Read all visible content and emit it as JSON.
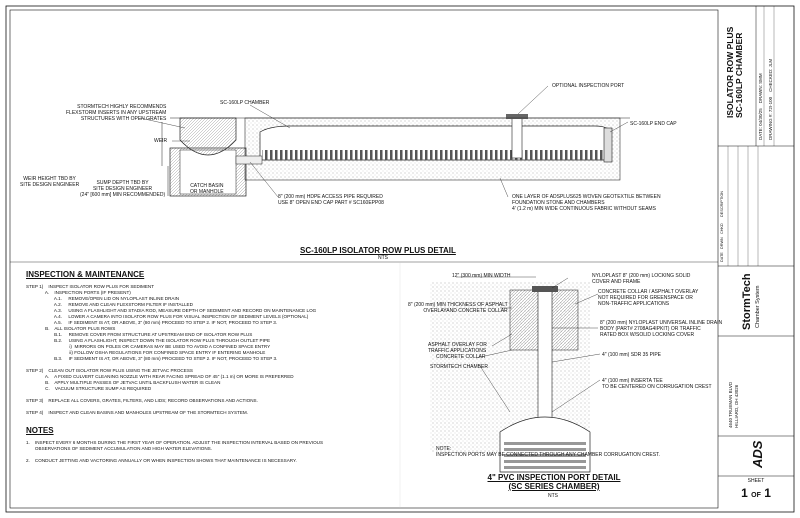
{
  "detail1": {
    "callouts": {
      "stormtech_recommends": [
        "STORMTECH HIGHLY RECOMMENDS",
        "FLEXSTORM INSERTS IN ANY UPSTREAM",
        "STRUCTURES WITH OPEN GRATES"
      ],
      "chamber": "SC-160LP CHAMBER",
      "optional_port": "OPTIONAL INSPECTION PORT",
      "end_cap": "SC-160LP END CAP",
      "weir": "WEIR",
      "weir_height": [
        "WEIR HEIGHT TBD BY",
        "SITE DESIGN ENGINEER"
      ],
      "sump_depth": [
        "SUMP DEPTH TBD BY",
        "SITE DESIGN ENGINEER",
        "(24\" [600 mm] MIN RECOMMENDED)"
      ],
      "catch_basin": [
        "CATCH BASIN",
        "OR MANHOLE"
      ],
      "pipe": [
        "8\" (200 mm) HDPE ACCESS PIPE REQUIRED",
        "USE 8\" OPEN END CAP PART # SC160EPP08"
      ],
      "geotextile": [
        "ONE LAYER OF ADSPLUS625 WOVEN GEOTEXTILE BETWEEN",
        "FOUNDATION STONE AND CHAMBERS",
        "4' (1.2 m) MIN WIDE CONTINUOUS FABRIC WITHOUT SEAMS"
      ]
    },
    "title": "SC-160LP ISOLATOR ROW PLUS DETAIL",
    "scale": "NTS"
  },
  "inspection": {
    "heading": "INSPECTION & MAINTENANCE",
    "lines": [
      "STEP 1)    INSPECT ISOLATOR ROW PLUS FOR SEDIMENT",
      "               A.    INSPECTION PORTS (IF PRESENT)",
      "                      A.1.     REMOVE/OPEN LID ON NYLOPLAST INLINE DRAIN",
      "                      A.2.     REMOVE AND CLEAN FLEXSTORM FILTER IF INSTALLED",
      "                      A.3.     USING A FLASHLIGHT AND STADIA ROD, MEASURE DEPTH OF SEDIMENT AND RECORD ON MAINTENANCE LOG",
      "                      A.4.     LOWER A CAMERA INTO ISOLATOR ROW PLUS FOR VISUAL INSPECTION OF SEDIMENT LEVELS (OPTIONAL)",
      "                      A.5.     IF SEDIMENT IS AT, OR ABOVE, 3\" (80 mm) PROCEED TO STEP 2. IF NOT, PROCEED TO STEP 3.",
      "               B.    ALL ISOLATOR PLUS ROWS",
      "                      B.1.     REMOVE COVER FROM STRUCTURE AT UPSTREAM END OF ISOLATOR ROW PLUS",
      "                      B.2.     USING A FLASHLIGHT, INSPECT DOWN THE ISOLATOR ROW PLUS THROUGH OUTLET PIPE",
      "                                  i)  MIRRORS ON POLES OR CAMERAS MAY BE USED TO AVOID A CONFINED SPACE ENTRY",
      "                                  ii) FOLLOW OSHA REGULATIONS FOR CONFINED SPACE ENTRY IF ENTERING MANHOLE",
      "                      B.3.     IF SEDIMENT IS AT, OR ABOVE, 3\" (80 mm) PROCEED TO STEP 2. IF NOT, PROCEED TO STEP 3.",
      "",
      "STEP 2)    CLEAN OUT ISOLATOR ROW PLUS USING THE JETVAC PROCESS",
      "               A.    A FIXED CULVERT CLEANING NOZZLE WITH REAR FACING SPREAD OF 45\" (1.1 m) OR MORE IS PREFERRED",
      "               B.    APPLY MULTIPLE PASSES OF JETVAC UNTIL BACKFLUSH WATER IS CLEAN",
      "               C.    VACUUM STRUCTURE SUMP AS REQUIRED",
      "",
      "STEP 3)    REPLACE ALL COVERS, GRATES, FILTERS, AND LIDS; RECORD OBSERVATIONS AND ACTIONS.",
      "",
      "STEP 4)    INSPECT AND CLEAN BASINS AND MANHOLES UPSTREAM OF THE STORMTECH SYSTEM."
    ]
  },
  "notes": {
    "heading": "NOTES",
    "lines": [
      "1.    INSPECT EVERY 6 MONTHS DURING THE FIRST YEAR OF OPERATION. ADJUST THE INSPECTION INTERVAL BASED ON PREVIOUS",
      "       OBSERVATIONS OF SEDIMENT ACCUMULATION AND HIGH WATER ELEVATIONS.",
      "",
      "2.    CONDUCT JETTING AND VACTORING ANNUALLY OR WHEN INSPECTION SHOWS THAT MAINTENANCE IS NECESSARY."
    ]
  },
  "detail2": {
    "callouts": {
      "min_width": "12\" (300 mm) MIN WIDTH",
      "nyloplast_lid": [
        "NYLOPLAST 8\" (200 mm) LOCKING SOLID",
        "COVER AND FRAME"
      ],
      "collar_overlay": [
        "CONCRETE COLLAR / ASPHALT OVERLAY",
        "NOT REQUIRED FOR GREENSPACE OR",
        "NON-TRAFFIC APPLICATIONS"
      ],
      "min_thickness": [
        "8\" (200 mm) MIN THICKNESS OF ASPHALT",
        "OVERLAYAND CONCRETE COLLAR"
      ],
      "drain_body": [
        "8\" (200 mm) NYLOPLAST UNIVERSAL INLINE DRAIN",
        "BODY (PART# 2708AG4IPKIT) OR TRAFFIC",
        "RATED BOX W/SOLID LOCKING COVER"
      ],
      "asphalt": [
        "ASPHALT OVERLAY FOR",
        "TRAFFIC APPLICATIONS"
      ],
      "concrete_collar": "CONCRETE COLLAR",
      "sdr_pipe": "4\" (100 mm) SDR 35 PIPE",
      "stormtech_chamber": "STORMTECH CHAMBER",
      "insert_tee": [
        "4\" (100 mm) INSERTA TEE",
        "TO BE CENTERED ON CORRUGATION CREST"
      ]
    },
    "note": [
      "NOTE:",
      "INSPECTION PORTS MAY BE CONNECTED THROUGH ANY CHAMBER CORRUGATION CREST."
    ],
    "title": [
      "4\" PVC INSPECTION PORT DETAIL",
      "(SC SERIES CHAMBER)"
    ],
    "scale": "NTS"
  },
  "title_block": {
    "project": [
      "ISOLATOR ROW PLUS",
      "SC-160LP CHAMBER"
    ],
    "date_label": "DATE:",
    "date": "04/30/25",
    "drawn_label": "DRAWN:",
    "drawn": "SMM",
    "drawing_no_label": "DRAWING #:",
    "drawing_no": "72I-100",
    "checked_label": "CHECKED:",
    "checked": "JLM",
    "revision_headers": [
      "DATE",
      "DRWN",
      "CHKD",
      "DESCRIPTION"
    ],
    "brand": "StormTech",
    "brand_sub": "Chamber System",
    "address": [
      "4640 TRUEMAN BLVD",
      "HILLIARD, OH 43026"
    ],
    "logo": "ADS",
    "sheet_label": "SHEET",
    "sheet": "1",
    "of": "OF",
    "sheets": "1"
  }
}
